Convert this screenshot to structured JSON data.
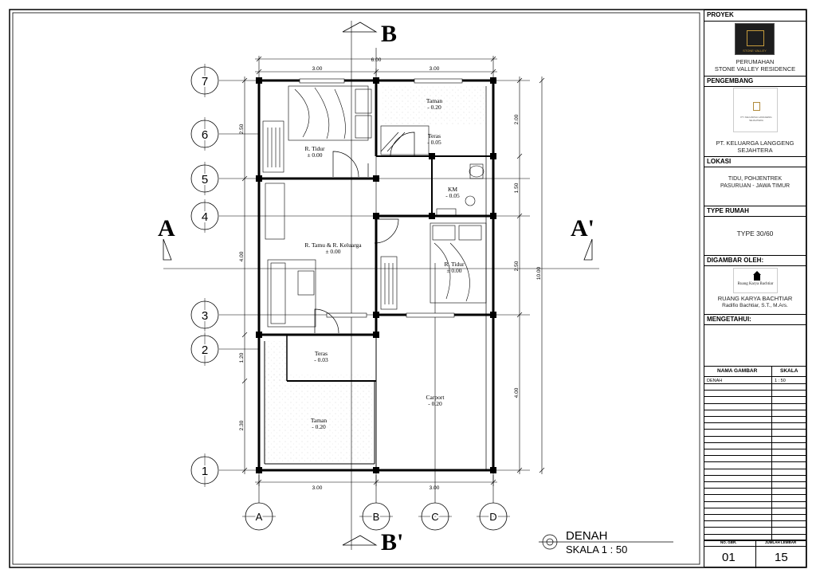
{
  "plan": {
    "section_labels": {
      "b_top": "B",
      "b_bottom": "B'",
      "a_left": "A",
      "a_right": "A'"
    },
    "dims_top": {
      "total": "6.00",
      "left": "3.00",
      "right": "3.00"
    },
    "dims_bottom": {
      "left": "3.00",
      "right": "3.00"
    },
    "dims_left": [
      "2.50",
      "4.00",
      "1.20",
      "2.30"
    ],
    "dims_right": [
      "2.00",
      "1.50",
      "2.50",
      "4.00"
    ],
    "dim_right_total": "10.00",
    "grid_rows": [
      "7",
      "6",
      "5",
      "4",
      "3",
      "2",
      "1"
    ],
    "grid_cols": [
      "A",
      "B",
      "C",
      "D"
    ],
    "rooms": {
      "bedroom1": {
        "name": "R. Tidur",
        "level": "± 0.00"
      },
      "garden_top": {
        "name": "Taman",
        "level": "- 0.20"
      },
      "terrace_top": {
        "name": "Teras",
        "level": "- 0.05"
      },
      "bathroom": {
        "name": "KM",
        "level": "- 0.05"
      },
      "living": {
        "name": "R. Tamu & R. Keluarga",
        "level": "± 0.00"
      },
      "bedroom2": {
        "name": "R. Tidur",
        "level": "± 0.00"
      },
      "terrace_front": {
        "name": "Teras",
        "level": "- 0.03"
      },
      "carport": {
        "name": "Carport",
        "level": "- 0.20"
      },
      "garden_front": {
        "name": "Taman",
        "level": "- 0.20"
      }
    },
    "drawing_title": "DENAH",
    "drawing_scale": "SKALA 1 : 50"
  },
  "titleblock": {
    "proyek_header": "PROYEK",
    "proyek_name": "PERUMAHAN",
    "proyek_name2": "STONE VALLEY RESIDENCE",
    "proyek_logo_text": "STONE VALLEY",
    "pengembang_header": "PENGEMBANG",
    "pengembang_name": "PT. KELUARGA LANGGENG",
    "pengembang_name2": "SEJAHTERA",
    "lokasi_header": "LOKASI",
    "lokasi_line1": "TIDU, POHJENTREK",
    "lokasi_line2": "PASURUAN - JAWA TIMUR",
    "type_header": "TYPE RUMAH",
    "type_value": "TYPE 30/60",
    "digambar_header": "DIGAMBAR OLEH:",
    "digambar_logo_text": "Ruang Karya Bachtiar",
    "digambar_name": "RUANG KARYA BACHTIAR",
    "digambar_person": "Radifio Bachtiar, S.T., M.Ars.",
    "mengetahui_header": "MENGETAHUI:",
    "table_col1": "NAMA GAMBAR",
    "table_col2": "SKALA",
    "table_row1_name": "DENAH",
    "table_row1_scale": "1 : 50",
    "no_gbr_label": "NO. GBR.",
    "jumlah_label": "JUMLAH LEMBAR",
    "no_gbr_value": "01",
    "jumlah_value": "15"
  }
}
